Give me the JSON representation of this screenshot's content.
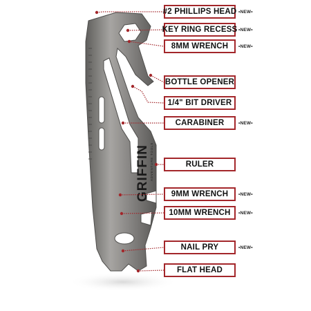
{
  "product": {
    "brand": "GRIFFIN",
    "tagline": "ADVENTURE TOOLS"
  },
  "colors": {
    "accent": "#a3262a",
    "tool_metal": "#8a8886",
    "background": "#ffffff"
  },
  "labels": [
    {
      "text": "#2 PHILLIPS HEAD",
      "new": "•NEW•"
    },
    {
      "text": "KEY RING RECESS",
      "new": "•NEW•"
    },
    {
      "text": "8MM WRENCH",
      "new": "•NEW•"
    },
    {
      "text": "BOTTLE OPENER",
      "new": ""
    },
    {
      "text": "1/4\" BIT DRIVER",
      "new": ""
    },
    {
      "text": "CARABINER",
      "new": "•NEW•"
    },
    {
      "text": "RULER",
      "new": ""
    },
    {
      "text": "9MM WRENCH",
      "new": "•NEW•"
    },
    {
      "text": "10MM WRENCH",
      "new": "•NEW•"
    },
    {
      "text": "NAIL PRY",
      "new": "•NEW•"
    },
    {
      "text": "FLAT HEAD",
      "new": ""
    }
  ]
}
